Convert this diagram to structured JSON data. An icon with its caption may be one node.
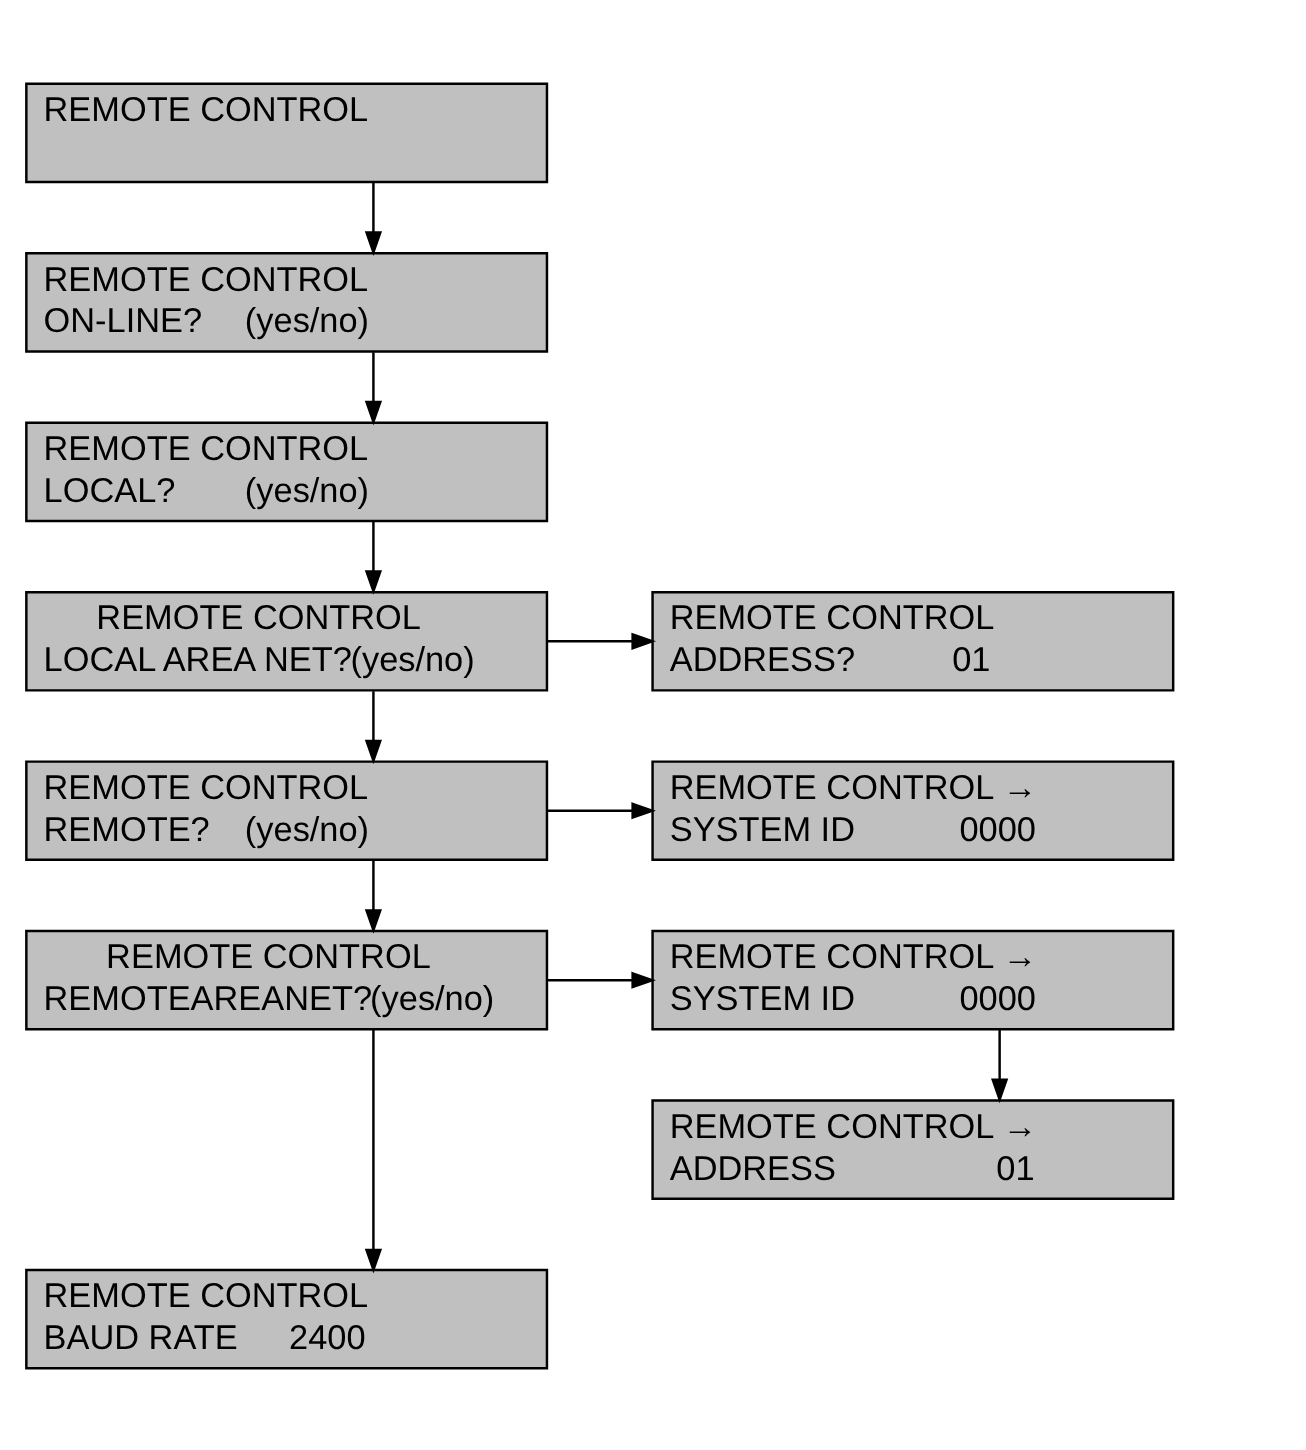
{
  "diagram": {
    "nodes": [
      {
        "text": [
          "REMOTE CONTROL"
        ]
      },
      {
        "text": [
          "REMOTE CONTROL",
          "ON-LINE?",
          "(yes/no)"
        ]
      },
      {
        "text": [
          "REMOTE CONTROL",
          "LOCAL?",
          "(yes/no)"
        ]
      },
      {
        "text": [
          "REMOTE CONTROL",
          "LOCAL AREA NET?",
          "(yes/no)"
        ]
      },
      {
        "text": [
          "REMOTE CONTROL",
          "ADDRESS?",
          "01"
        ]
      },
      {
        "text": [
          "REMOTE CONTROL",
          "REMOTE?",
          "(yes/no)"
        ]
      },
      {
        "text": [
          "REMOTE CONTROL →",
          "SYSTEM ID",
          "0000"
        ]
      },
      {
        "text": [
          "REMOTE CONTROL",
          "REMOTEAREANET?",
          "(yes/no)"
        ]
      },
      {
        "text": [
          "REMOTE CONTROL →",
          "SYSTEM ID",
          "0000"
        ]
      },
      {
        "text": [
          "REMOTE CONTROL →",
          "ADDRESS",
          "01"
        ]
      },
      {
        "text": [
          "REMOTE CONTROL",
          "BAUD RATE",
          "2400"
        ]
      }
    ],
    "edges": [
      {
        "from": 0,
        "to": 1,
        "arrow": "to"
      },
      {
        "from": 1,
        "to": 2,
        "arrow": "to"
      },
      {
        "from": 2,
        "to": 3,
        "arrow": "to"
      },
      {
        "from": 3,
        "to": 4,
        "arrow": "to"
      },
      {
        "from": 3,
        "to": 5,
        "arrow": "to"
      },
      {
        "from": 5,
        "to": 6,
        "arrow": "to"
      },
      {
        "from": 5,
        "to": 7,
        "arrow": "to"
      },
      {
        "from": 7,
        "to": 8,
        "arrow": "to"
      },
      {
        "from": 8,
        "to": 9,
        "arrow": "to"
      },
      {
        "from": 7,
        "to": 10,
        "arrow": "to"
      }
    ]
  }
}
